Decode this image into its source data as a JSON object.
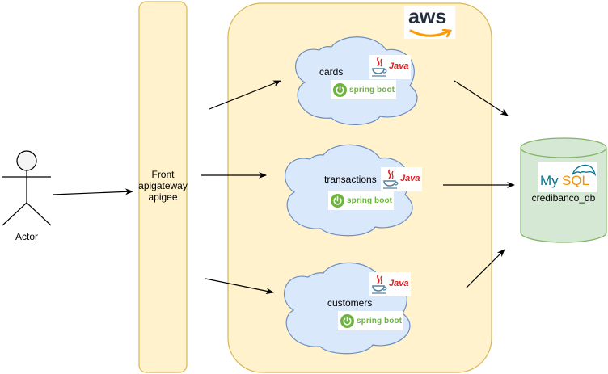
{
  "actor": {
    "label": "Actor"
  },
  "gateway": {
    "label_line1": "Front",
    "label_line2": "apigateway",
    "label_line3": "apigee"
  },
  "cloud_provider": {
    "logo_text": "aws"
  },
  "services": [
    {
      "label": "cards",
      "tech_java": "Java",
      "tech_spring": "spring boot"
    },
    {
      "label": "transactions",
      "tech_java": "Java",
      "tech_spring": "spring boot"
    },
    {
      "label": "customers",
      "tech_java": "Java",
      "tech_spring": "spring boot"
    }
  ],
  "database": {
    "label": "credibanco_db",
    "logo_my": "My",
    "logo_sql": "SQL"
  },
  "colors": {
    "gateway_fill": "#fff2cc",
    "gateway_stroke": "#d6b656",
    "cloud_fill": "#dae8fc",
    "cloud_stroke": "#6c8ebf",
    "db_fill": "#d5e8d4",
    "db_stroke": "#82b366",
    "spring_green": "#6db33f",
    "java_red": "#e11f21",
    "aws_orange": "#ff9900"
  }
}
